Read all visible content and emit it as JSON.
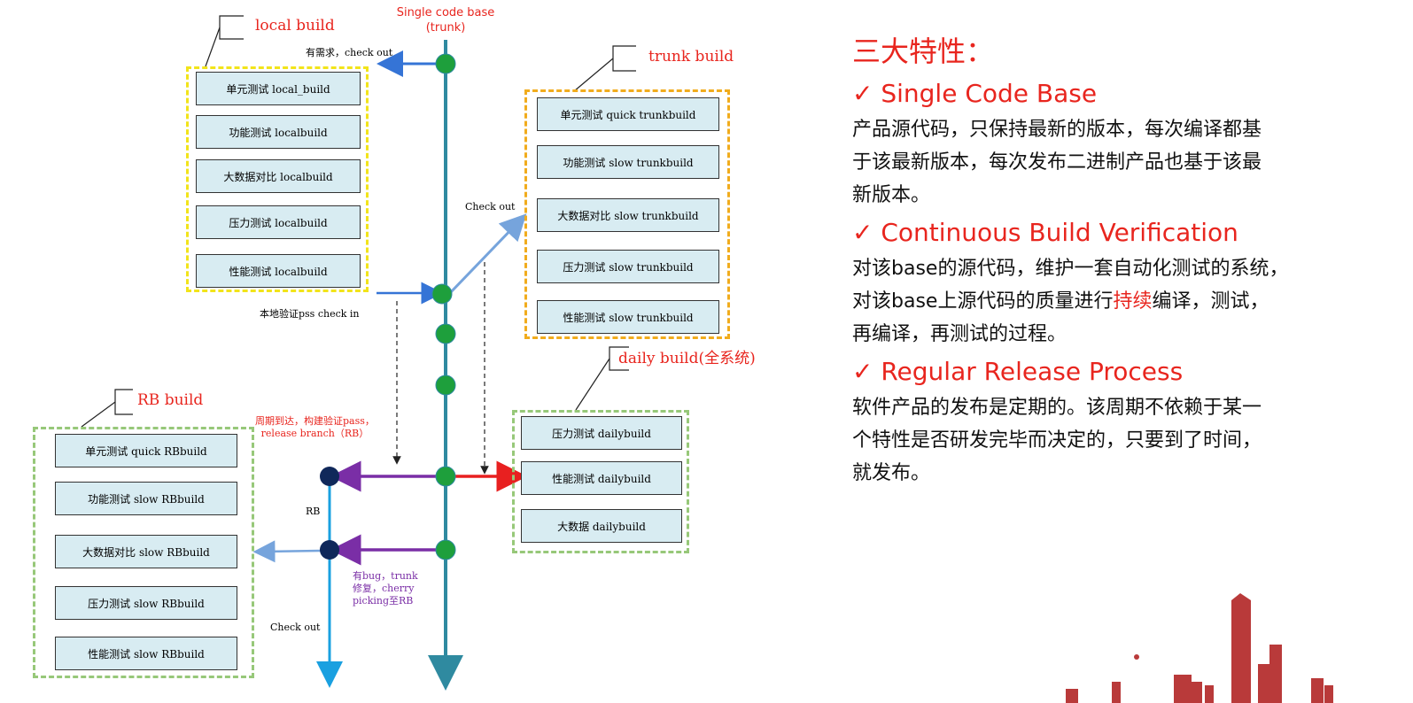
{
  "trunk": {
    "label_line1": "Single code base",
    "label_line2": "(trunk)"
  },
  "local_build": {
    "title": "local build",
    "checkout_note": "有需求，check out",
    "items": [
      "单元测试 local_build",
      "功能测试 localbuild",
      "大数据对比 localbuild",
      "压力测试 localbuild",
      "性能测试 localbuild"
    ],
    "checkin_note": "本地验证pss check in"
  },
  "trunk_build": {
    "title": "trunk build",
    "checkout_note": "Check out",
    "items": [
      "单元测试 quick trunkbuild",
      "功能测试 slow trunkbuild",
      "大数据对比 slow trunkbuild",
      "压力测试 slow trunkbuild",
      "性能测试 slow trunkbuild"
    ]
  },
  "daily_build": {
    "title": "daily build(全系统)",
    "items": [
      "压力测试 dailybuild",
      "性能测试 dailybuild",
      "大数据 dailybuild"
    ]
  },
  "rb_build": {
    "title": "RB build",
    "release_note_line1": "周期到达，构建验证pass，",
    "release_note_line2": "release branch（RB）",
    "rb_label": "RB",
    "items": [
      "单元测试 quick RBbuild",
      "功能测试 slow RBbuild",
      "大数据对比 slow RBbuild",
      "压力测试 slow RBbuild",
      "性能测试 slow RBbuild"
    ],
    "checkout_note": "Check out",
    "bugfix_line1": "有bug，trunk",
    "bugfix_line2": "修复，cherry",
    "bugfix_line3": "picking至RB"
  },
  "colors": {
    "trunk_line": "#2f8aa0",
    "node_green": "#1e9f3c",
    "rb_line": "#1aa0e0",
    "rb_node": "#10285a",
    "purple_arrow": "#7a2ea6",
    "red_arrow": "#e82020",
    "blue_arrow": "#3574d6",
    "light_blue_arrow": "#76a4dc",
    "accent_red": "#e8251e"
  },
  "panel": {
    "heading": "三大特性：",
    "features": [
      {
        "title": "✓ Single Code Base",
        "lines": [
          "产品源代码，只保持最新的版本，每次编译都基",
          "于该最新版本，每次发布二进制产品也基于该最",
          "新版本。"
        ]
      },
      {
        "title": "✓ Continuous Build Verification",
        "line1": "对该base的源代码，维护一套自动化测试的系统，",
        "line2_pre": "对该base上源代码的质量进行",
        "line2_hl": "持续",
        "line2_post": "编译，测试，",
        "line3": "再编译，再测试的过程。"
      },
      {
        "title": "✓ Regular Release Process",
        "lines": [
          "软件产品的发布是定期的。该周期不依赖于某一",
          "个特性是否研发完毕而决定的，只要到了时间，",
          "就发布。"
        ]
      }
    ]
  },
  "decoration": {
    "skyline": "city-skyline-graphic"
  }
}
